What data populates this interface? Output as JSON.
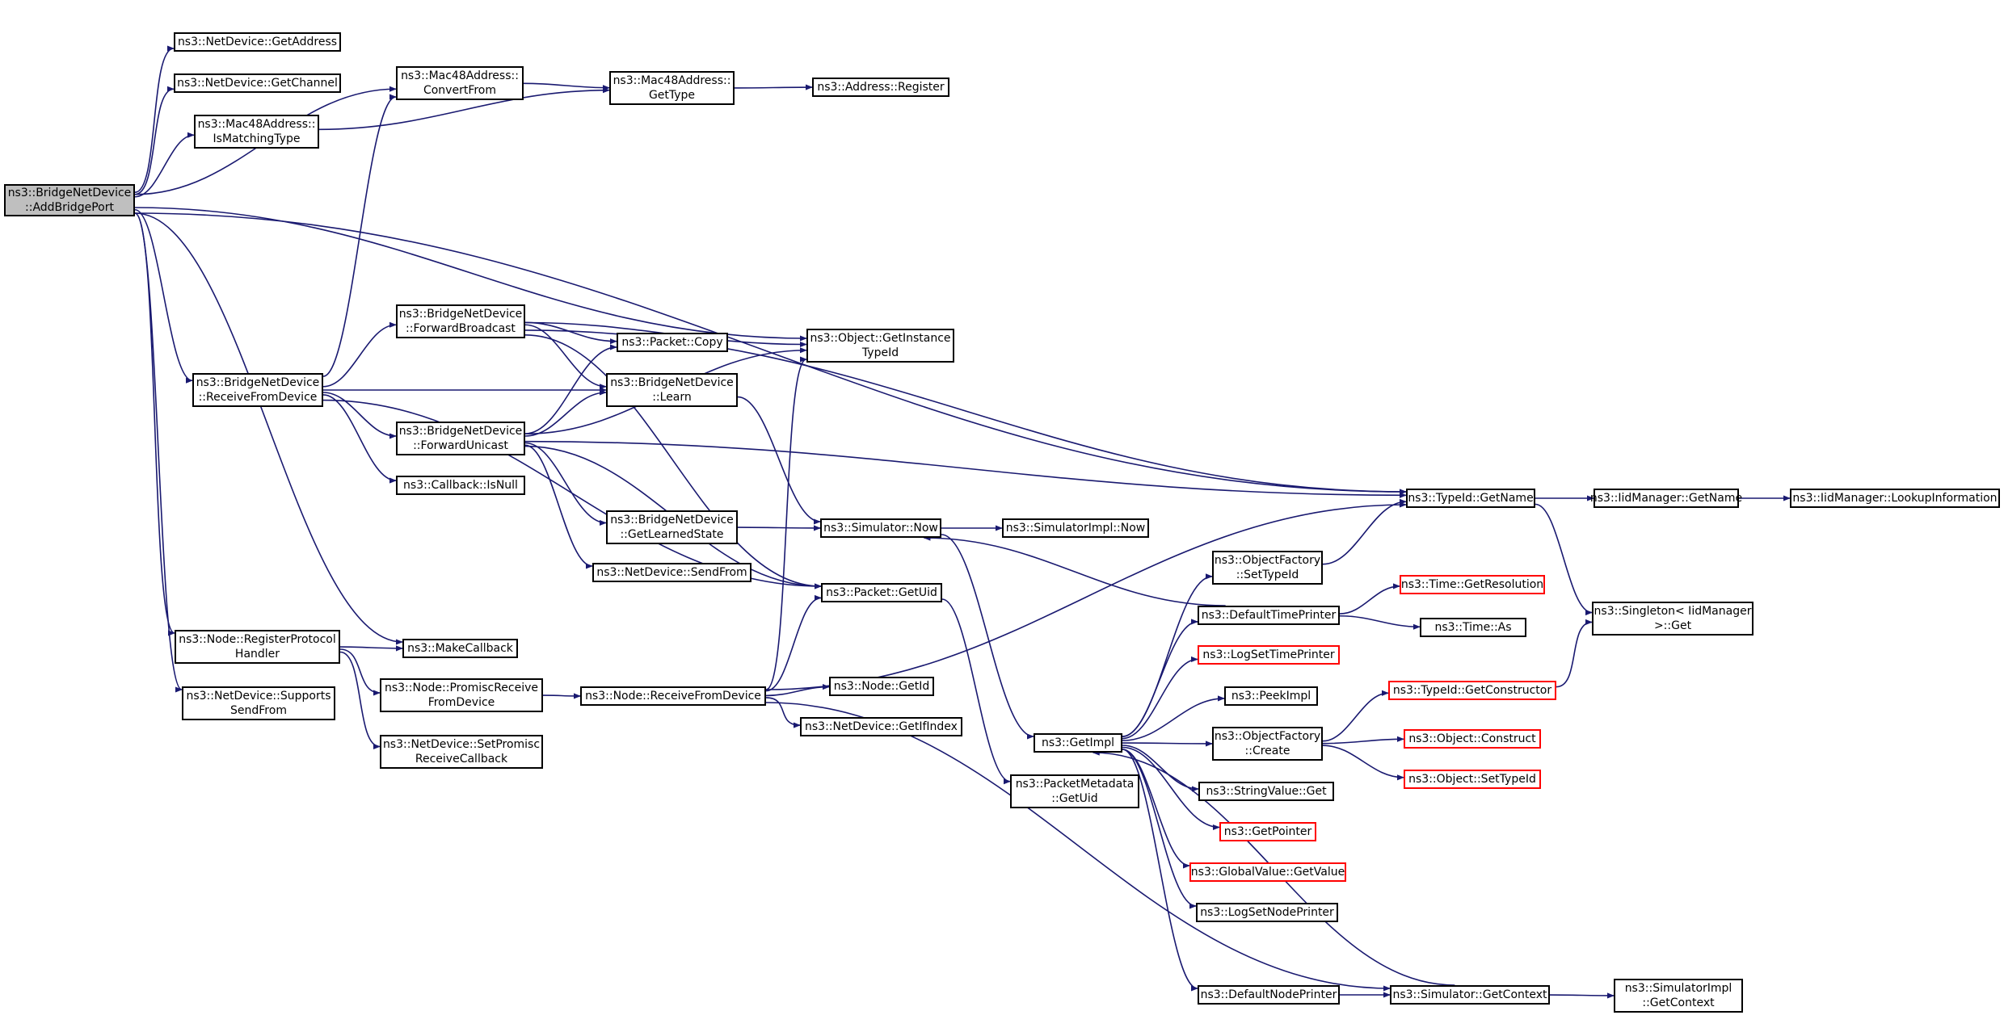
{
  "graph": {
    "root": "ns3::BridgeNetDevice\n::AddBridgePort",
    "nodes": {
      "root": "ns3::BridgeNetDevice\n::AddBridgePort",
      "nd_getaddress": "ns3::NetDevice::GetAddress",
      "nd_getchannel": "ns3::NetDevice::GetChannel",
      "mac_ismatching": "ns3::Mac48Address::\nIsMatchingType",
      "mac_convertfrom": "ns3::Mac48Address::\nConvertFrom",
      "mac_gettype": "ns3::Mac48Address::\nGetType",
      "addr_register": "ns3::Address::Register",
      "bnd_forwardbroadcast": "ns3::BridgeNetDevice\n::ForwardBroadcast",
      "bnd_receivefromdevice": "ns3::BridgeNetDevice\n::ReceiveFromDevice",
      "bnd_forwardunicast": "ns3::BridgeNetDevice\n::ForwardUnicast",
      "packet_copy": "ns3::Packet::Copy",
      "bnd_learn": "ns3::BridgeNetDevice\n::Learn",
      "obj_getinstancetypeid": "ns3::Object::GetInstance\nTypeId",
      "callback_isnull": "ns3::Callback::IsNull",
      "bnd_getlearnedstate": "ns3::BridgeNetDevice\n::GetLearnedState",
      "nd_sendfrom": "ns3::NetDevice::SendFrom",
      "sim_now": "ns3::Simulator::Now",
      "simimpl_now": "ns3::SimulatorImpl::Now",
      "packet_getuid": "ns3::Packet::GetUid",
      "typeid_getname": "ns3::TypeId::GetName",
      "iidmgr_getname": "ns3::IidManager::GetName",
      "iidmgr_lookup": "ns3::IidManager::LookupInformation",
      "singleton_get": "ns3::Singleton< IidManager\n >::Get",
      "objfactory_settypeid": "ns3::ObjectFactory\n::SetTypeId",
      "time_getresolution": "ns3::Time::GetResolution",
      "defaulttimeprinter": "ns3::DefaultTimePrinter",
      "time_as": "ns3::Time::As",
      "logsettimeprinter": "ns3::LogSetTimePrinter",
      "node_registerprotocolhandler": "ns3::Node::RegisterProtocol\nHandler",
      "makecallback": "ns3::MakeCallback",
      "nd_supportssendfrom": "ns3::NetDevice::Supports\nSendFrom",
      "node_promiscreceive": "ns3::Node::PromiscReceive\nFromDevice",
      "nd_setpromisc": "ns3::NetDevice::SetPromisc\nReceiveCallback",
      "node_receivefromdevice": "ns3::Node::ReceiveFromDevice",
      "node_getid": "ns3::Node::GetId",
      "nd_getifindex": "ns3::NetDevice::GetIfIndex",
      "peekimpl": "ns3::PeekImpl",
      "getimpl": "ns3::GetImpl",
      "objfactory_create": "ns3::ObjectFactory\n::Create",
      "typeid_getconstructor": "ns3::TypeId::GetConstructor",
      "obj_construct": "ns3::Object::Construct",
      "obj_settypeid": "ns3::Object::SetTypeId",
      "packetmetadata_getuid": "ns3::PacketMetadata\n::GetUid",
      "stringvalue_get": "ns3::StringValue::Get",
      "getpointer": "ns3::GetPointer",
      "globalvalue_getvalue": "ns3::GlobalValue::GetValue",
      "logsetnodeprinter": "ns3::LogSetNodePrinter",
      "defaultnodeprinter": "ns3::DefaultNodePrinter",
      "sim_getcontext": "ns3::Simulator::GetContext",
      "simimpl_getcontext": "ns3::SimulatorImpl\n::GetContext"
    },
    "truncated_nodes": [
      "time_getresolution",
      "logsettimeprinter",
      "typeid_getconstructor",
      "obj_construct",
      "obj_settypeid",
      "getpointer",
      "globalvalue_getvalue"
    ],
    "edges": [
      [
        "root",
        "mac_convertfrom"
      ],
      [
        "root",
        "nd_getaddress"
      ],
      [
        "root",
        "nd_getchannel"
      ],
      [
        "root",
        "mac_ismatching"
      ],
      [
        "root",
        "typeid_getname"
      ],
      [
        "root",
        "obj_getinstancetypeid"
      ],
      [
        "root",
        "bnd_receivefromdevice"
      ],
      [
        "root",
        "makecallback"
      ],
      [
        "root",
        "node_registerprotocolhandler"
      ],
      [
        "root",
        "nd_supportssendfrom"
      ],
      [
        "mac_convertfrom",
        "mac_gettype"
      ],
      [
        "mac_ismatching",
        "mac_gettype"
      ],
      [
        "mac_gettype",
        "addr_register"
      ],
      [
        "bnd_receivefromdevice",
        "mac_convertfrom"
      ],
      [
        "bnd_receivefromdevice",
        "bnd_forwardbroadcast"
      ],
      [
        "bnd_receivefromdevice",
        "bnd_learn"
      ],
      [
        "bnd_receivefromdevice",
        "bnd_forwardunicast"
      ],
      [
        "bnd_receivefromdevice",
        "callback_isnull"
      ],
      [
        "bnd_receivefromdevice",
        "packet_getuid"
      ],
      [
        "bnd_forwardbroadcast",
        "typeid_getname"
      ],
      [
        "bnd_forwardbroadcast",
        "obj_getinstancetypeid"
      ],
      [
        "bnd_forwardbroadcast",
        "packet_copy"
      ],
      [
        "bnd_forwardbroadcast",
        "bnd_learn"
      ],
      [
        "bnd_forwardbroadcast",
        "packet_getuid"
      ],
      [
        "bnd_forwardunicast",
        "packet_copy"
      ],
      [
        "bnd_forwardunicast",
        "bnd_learn"
      ],
      [
        "bnd_forwardunicast",
        "obj_getinstancetypeid"
      ],
      [
        "bnd_forwardunicast",
        "typeid_getname"
      ],
      [
        "bnd_forwardunicast",
        "bnd_getlearnedstate"
      ],
      [
        "bnd_forwardunicast",
        "nd_sendfrom"
      ],
      [
        "bnd_forwardunicast",
        "packet_getuid"
      ],
      [
        "bnd_learn",
        "sim_now"
      ],
      [
        "bnd_getlearnedstate",
        "sim_now"
      ],
      [
        "sim_now",
        "simimpl_now"
      ],
      [
        "sim_now",
        "getimpl"
      ],
      [
        "packet_getuid",
        "packetmetadata_getuid"
      ],
      [
        "typeid_getname",
        "iidmgr_getname"
      ],
      [
        "iidmgr_getname",
        "iidmgr_lookup"
      ],
      [
        "typeid_getname",
        "singleton_get"
      ],
      [
        "node_registerprotocolhandler",
        "makecallback"
      ],
      [
        "node_registerprotocolhandler",
        "node_promiscreceive"
      ],
      [
        "node_registerprotocolhandler",
        "nd_setpromisc"
      ],
      [
        "node_promiscreceive",
        "node_receivefromdevice"
      ],
      [
        "node_receivefromdevice",
        "obj_getinstancetypeid"
      ],
      [
        "node_receivefromdevice",
        "packet_getuid"
      ],
      [
        "node_receivefromdevice",
        "typeid_getname"
      ],
      [
        "node_receivefromdevice",
        "node_getid"
      ],
      [
        "node_receivefromdevice",
        "nd_getifindex"
      ],
      [
        "node_receivefromdevice",
        "sim_getcontext"
      ],
      [
        "getimpl",
        "objfactory_settypeid"
      ],
      [
        "getimpl",
        "defaulttimeprinter"
      ],
      [
        "getimpl",
        "logsettimeprinter"
      ],
      [
        "getimpl",
        "peekimpl"
      ],
      [
        "getimpl",
        "objfactory_create"
      ],
      [
        "getimpl",
        "stringvalue_get"
      ],
      [
        "getimpl",
        "getpointer"
      ],
      [
        "getimpl",
        "globalvalue_getvalue"
      ],
      [
        "getimpl",
        "logsetnodeprinter"
      ],
      [
        "getimpl",
        "defaultnodeprinter"
      ],
      [
        "objfactory_settypeid",
        "typeid_getname"
      ],
      [
        "defaulttimeprinter",
        "sim_now"
      ],
      [
        "defaulttimeprinter",
        "time_getresolution"
      ],
      [
        "defaulttimeprinter",
        "time_as"
      ],
      [
        "objfactory_create",
        "typeid_getconstructor"
      ],
      [
        "objfactory_create",
        "obj_construct"
      ],
      [
        "objfactory_create",
        "obj_settypeid"
      ],
      [
        "typeid_getconstructor",
        "singleton_get"
      ],
      [
        "defaultnodeprinter",
        "sim_getcontext"
      ],
      [
        "sim_getcontext",
        "getimpl"
      ],
      [
        "sim_getcontext",
        "simimpl_getcontext"
      ]
    ],
    "colors": {
      "edge": "#191970",
      "root_fill": "#bfbfbf",
      "node_border": "#000000",
      "truncated_border": "#ff0000"
    }
  }
}
